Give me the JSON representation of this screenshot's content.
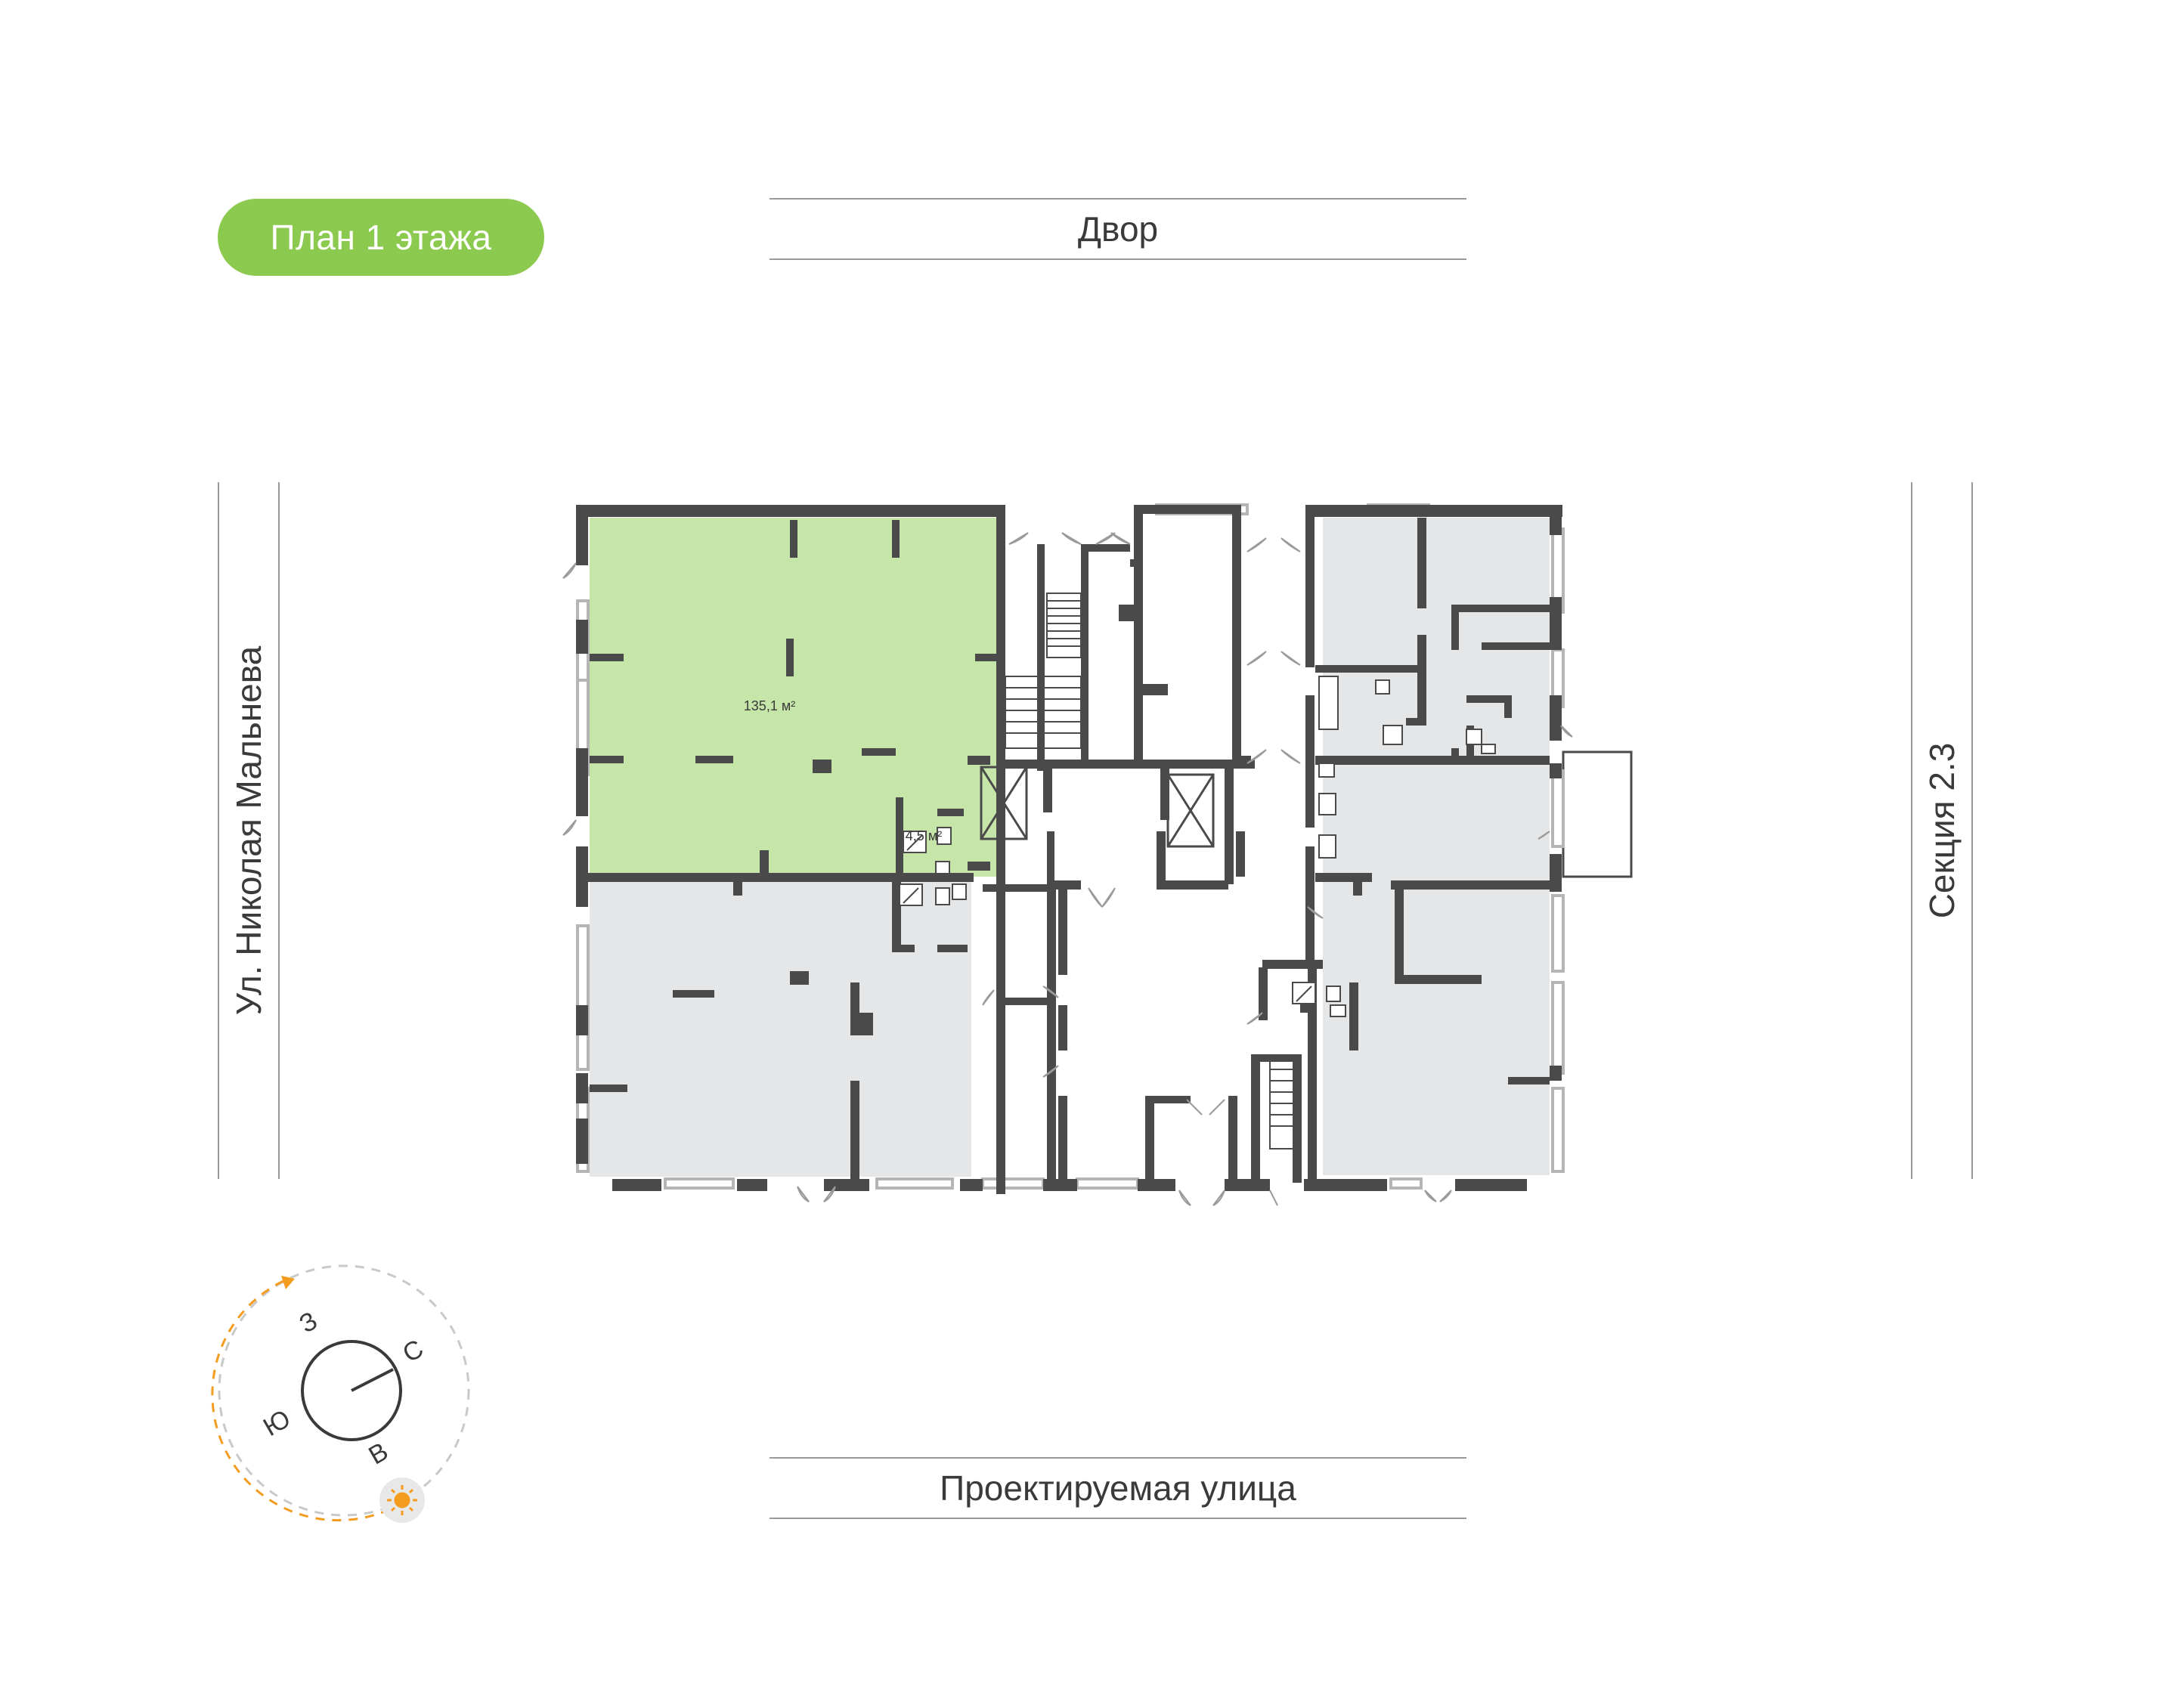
{
  "floor_badge": {
    "label": "План 1 этажа",
    "color": "#8cc94f"
  },
  "streets": {
    "top": "Двор",
    "bottom": "Проектируемая улица",
    "left": "Ул. Николая Мальнева",
    "right": "Секция 2.3"
  },
  "rooms": {
    "selected_main_area": "135,1 м²",
    "selected_wc_area": "4,5 м²"
  },
  "compass": {
    "north": "С",
    "south": "Ю",
    "east": "В",
    "west": "З",
    "sun_icon": "sun-icon",
    "sun_color": "#f39c1f"
  },
  "colors": {
    "wall": "#4a4a4a",
    "room_fill": "#e5e6e8",
    "selected_fill": "#c6e5a8",
    "window": "#c9c9c9"
  }
}
